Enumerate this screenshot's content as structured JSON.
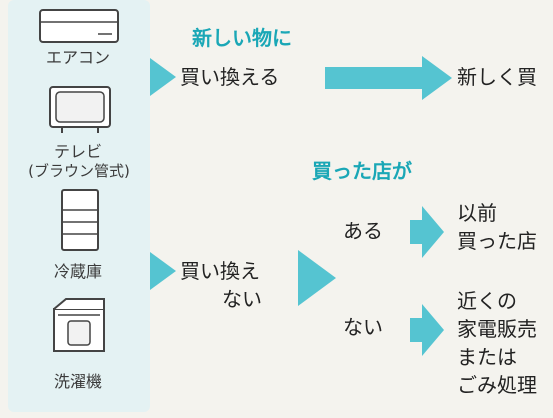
{
  "appliances": [
    {
      "label": "エアコン",
      "icon": "air-conditioner-icon"
    },
    {
      "label": "テレビ",
      "sublabel": "(ブラウン管式)",
      "icon": "crt-tv-icon"
    },
    {
      "label": "冷蔵庫",
      "icon": "refrigerator-icon"
    },
    {
      "label": "洗濯機",
      "icon": "washing-machine-icon"
    }
  ],
  "branch_replace": {
    "heading": "新しい物に",
    "label": "買い換える",
    "result": "新しく買"
  },
  "branch_no_replace": {
    "label_line1": "買い換え",
    "label_line2": "ない",
    "heading": "買った店が",
    "option_yes": {
      "label": "ある",
      "result_lines": [
        "以前",
        "買った店"
      ]
    },
    "option_no": {
      "label": "ない",
      "result_lines": [
        "近くの",
        "家電販売",
        "または",
        "ごみ処理"
      ]
    }
  },
  "colors": {
    "accent": "#1aa7b6",
    "arrow": "#55c4d1",
    "panel": "#e4f2f3"
  }
}
